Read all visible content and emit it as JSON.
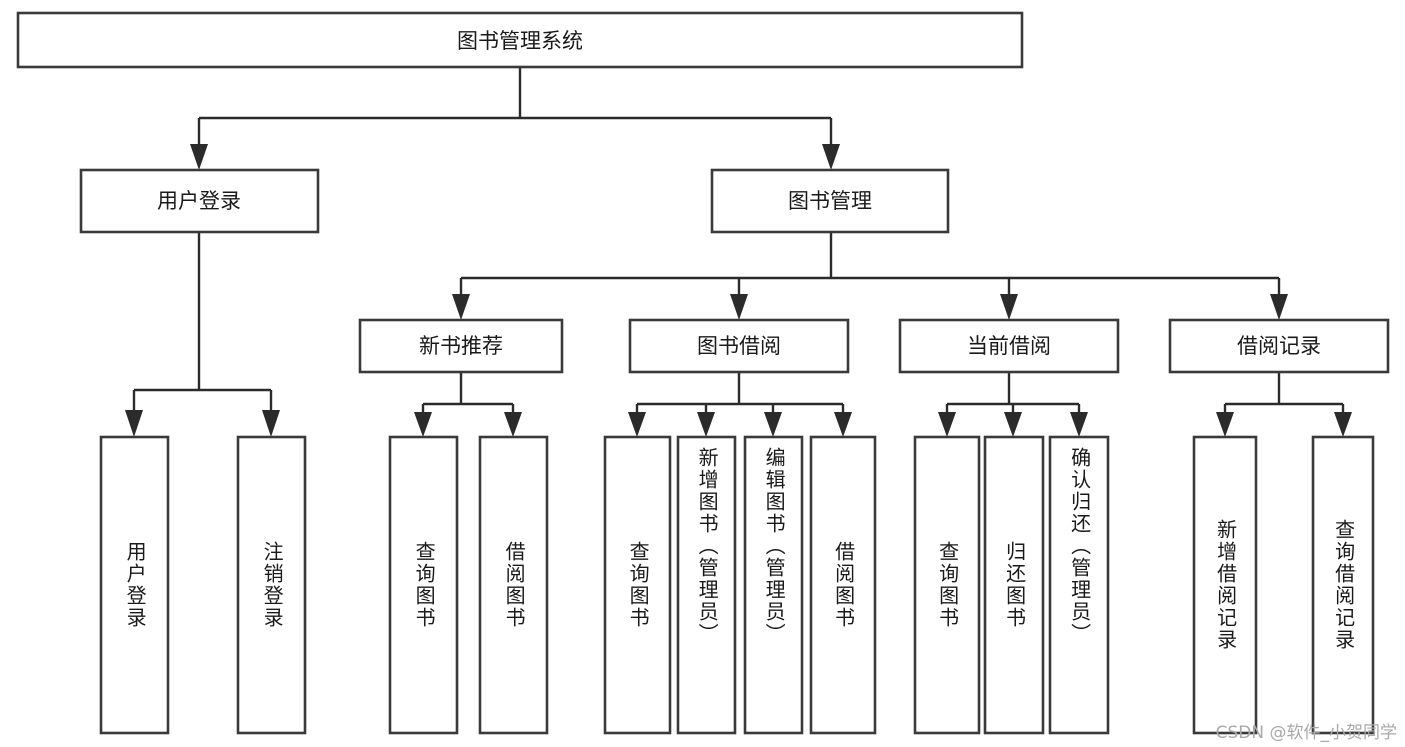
{
  "diagram": {
    "title_node": {
      "label": "图书管理系统"
    },
    "level1": [
      {
        "label": "用户登录"
      },
      {
        "label": "图书管理"
      }
    ],
    "level2": [
      {
        "label": "新书推荐"
      },
      {
        "label": "图书借阅"
      },
      {
        "label": "当前借阅"
      },
      {
        "label": "借阅记录"
      }
    ],
    "leaves": {
      "user_login": [
        {
          "label": "用户登录"
        },
        {
          "label": "注销登录"
        }
      ],
      "new_book_recommend": [
        {
          "label": "查询图书"
        },
        {
          "label": "借阅图书"
        }
      ],
      "book_borrow": [
        {
          "label": "查询图书"
        },
        {
          "label": "新增图书（管理员）"
        },
        {
          "label": "编辑图书（管理员）"
        },
        {
          "label": "借阅图书"
        }
      ],
      "current_borrow": [
        {
          "label": "查询图书"
        },
        {
          "label": "归还图书"
        },
        {
          "label": "确认归还（管理员）"
        }
      ],
      "borrow_record": [
        {
          "label": "新增借阅记录"
        },
        {
          "label": "查询借阅记录"
        }
      ]
    }
  },
  "watermark": {
    "text": "CSDN @软件_小贺同学"
  },
  "colors": {
    "box_stroke": "#3a3a3a",
    "connector": "#2b2b2b",
    "text": "#1a1a1a",
    "background": "#ffffff",
    "watermark": "#a9a9a9"
  }
}
